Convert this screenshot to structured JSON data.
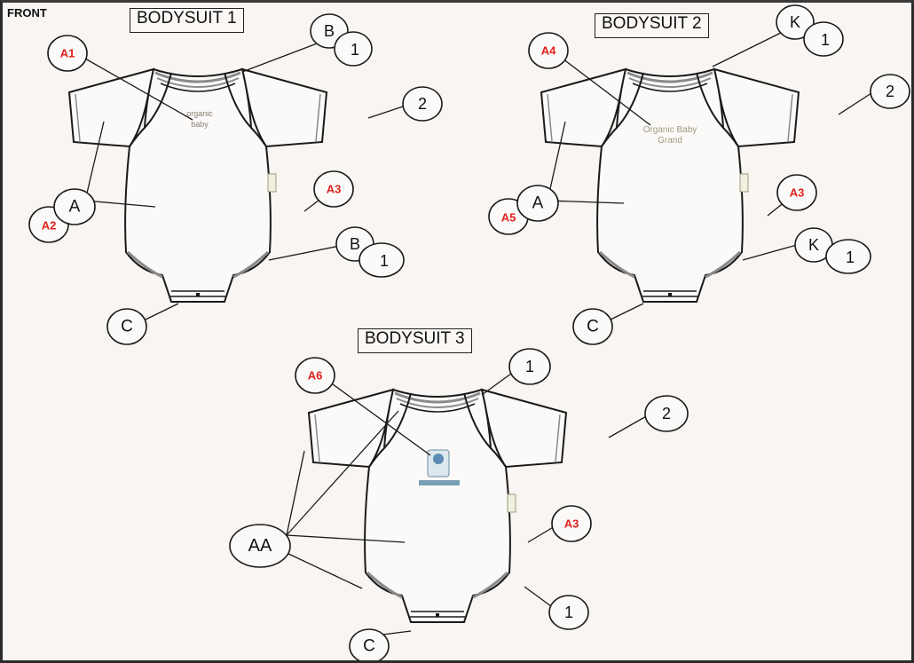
{
  "view_label": "FRONT",
  "bodysuits": [
    {
      "title": "BODYSUIT 1",
      "print_line1": "organic",
      "print_line2": "baby"
    },
    {
      "title": "BODYSUIT 2",
      "print_line1": "Organic Baby",
      "print_line2": "Grand"
    },
    {
      "title": "BODYSUIT 3"
    }
  ],
  "callouts": {
    "b1": {
      "a1": "A1",
      "a2": "A2",
      "a3": "A3",
      "a": "A",
      "b_top": "B",
      "one_top": "1",
      "two": "2",
      "b_bot": "B",
      "one_bot": "1",
      "c": "C"
    },
    "b2": {
      "a4": "A4",
      "a5": "A5",
      "a3": "A3",
      "a": "A",
      "k_top": "K",
      "one_top": "1",
      "two": "2",
      "k_bot": "K",
      "one_bot": "1",
      "c": "C"
    },
    "b3": {
      "a6": "A6",
      "a3": "A3",
      "aa": "AA",
      "one_top": "1",
      "two": "2",
      "one_bot": "1",
      "c": "C"
    }
  },
  "colors": {
    "outline": "#1a1a1a",
    "trim": "#8a8a8a",
    "red_label": "#e0201c",
    "background": "#f8f5f2"
  }
}
